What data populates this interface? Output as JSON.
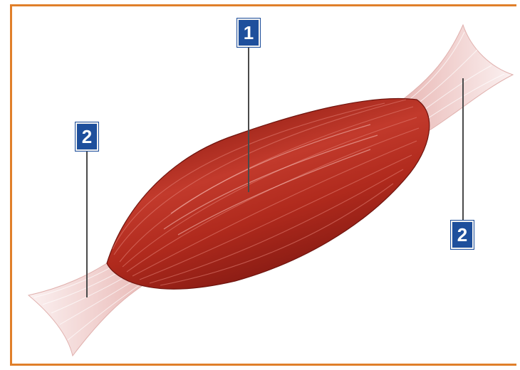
{
  "labels": {
    "belly": "1",
    "tendon_left": "2",
    "tendon_right": "2"
  },
  "colors": {
    "frame": "#e07f2a",
    "badge": "#1e4f9c",
    "muscle": "#b0281c",
    "tendon": "#f4dcdc"
  }
}
